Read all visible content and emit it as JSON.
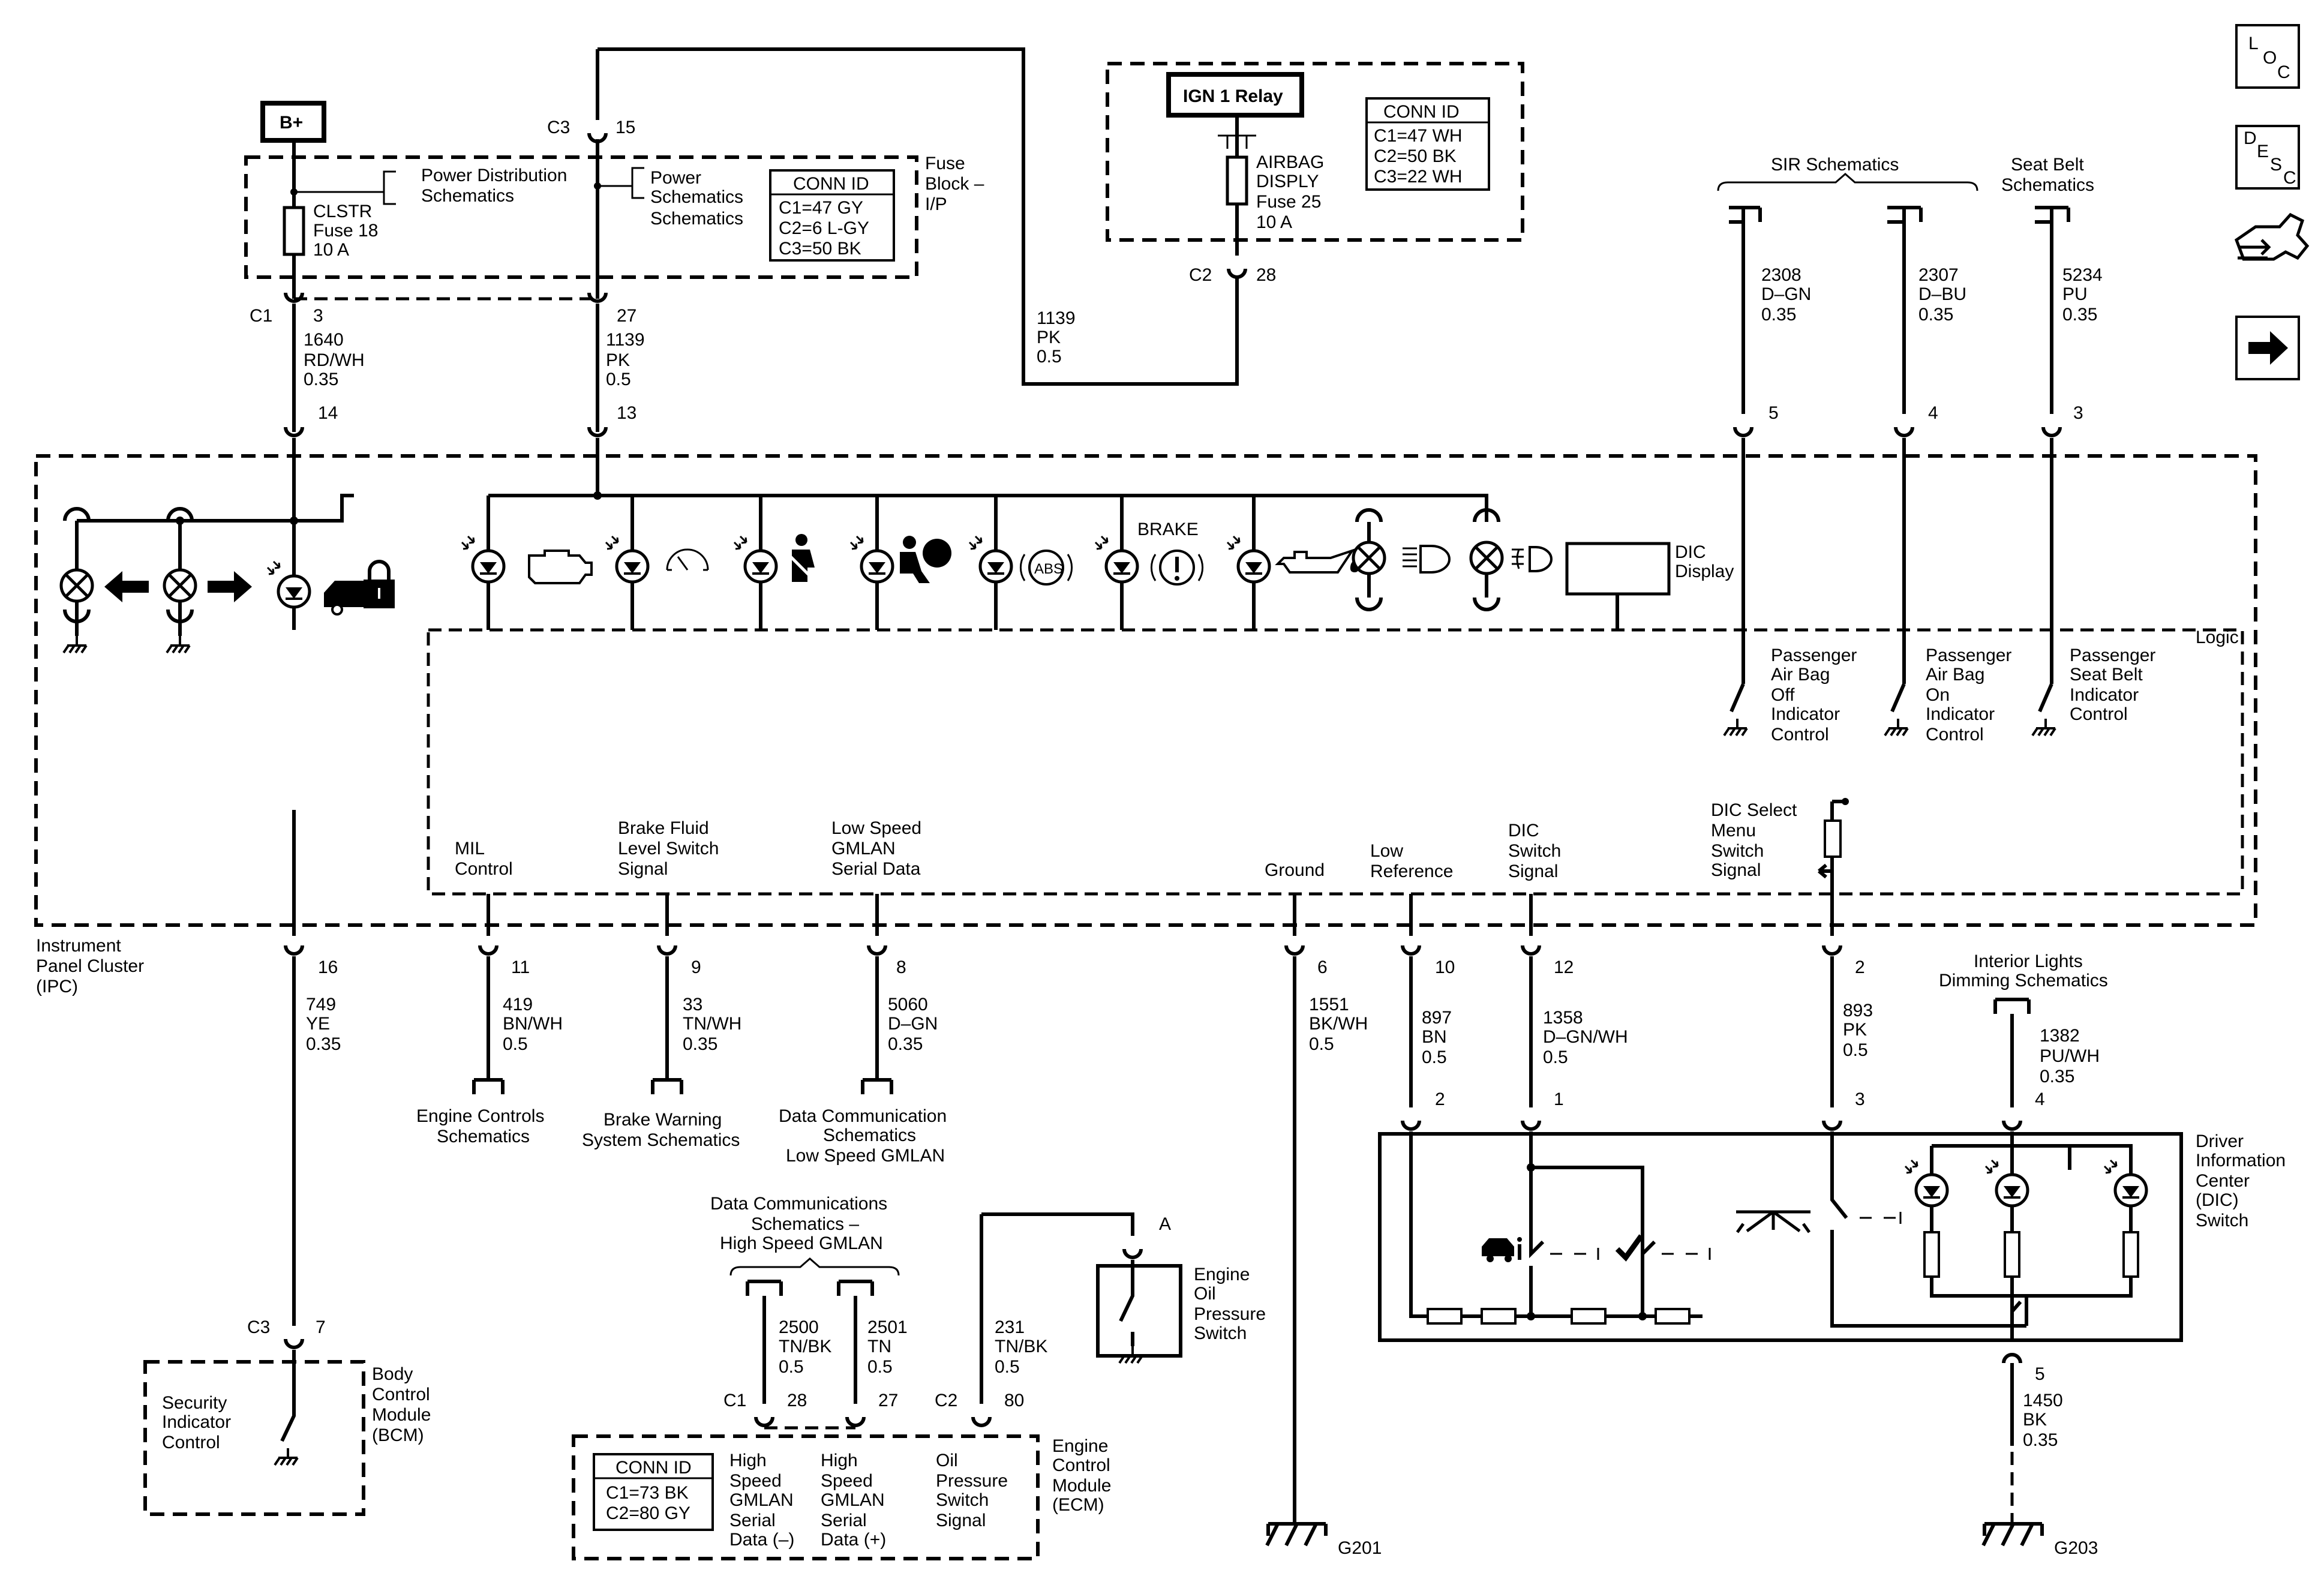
{
  "nav_icons": {
    "loc": [
      "L",
      "O",
      "C"
    ],
    "desc": [
      "D",
      "E",
      "S",
      "C"
    ]
  },
  "bplus": "B+",
  "ign_relay": "IGN 1 Relay",
  "fuse_block": {
    "label": [
      "Fuse",
      "Block –",
      "I/P"
    ],
    "conn_title": "CONN ID",
    "conn": [
      "C1=47 GY",
      "C2=6 L-GY",
      "C3=50 BK"
    ],
    "clstr_fuse": [
      "CLSTR",
      "Fuse 18",
      "10 A"
    ],
    "pds": [
      "Power Distribution",
      "Schematics"
    ],
    "ps": [
      "Power",
      "Schematics",
      "Schematics"
    ],
    "c3_conn": "C3",
    "c3_pin": "15",
    "c1_conn": "C1",
    "c1_pin": "3",
    "pin27": "27"
  },
  "airbag_box": {
    "fuse": [
      "AIRBAG",
      "DISPLY",
      "Fuse 25",
      "10 A"
    ],
    "conn_title": "CONN ID",
    "conn": [
      "C1=47 WH",
      "C2=50 BK",
      "C3=22 WH"
    ],
    "c2_conn": "C2",
    "c2_pin": "28"
  },
  "wire_labels": {
    "w1640": [
      "1640",
      "RD/WH",
      "0.35"
    ],
    "w1139a": [
      "1139",
      "PK",
      "0.5"
    ],
    "w1139b": [
      "1139",
      "PK",
      "0.5"
    ],
    "w2308": [
      "2308",
      "D–GN",
      "0.35"
    ],
    "w2307": [
      "2307",
      "D–BU",
      "0.35"
    ],
    "w5234": [
      "5234",
      "PU",
      "0.35"
    ],
    "w749": [
      "749",
      "YE",
      "0.35"
    ],
    "w419": [
      "419",
      "BN/WH",
      "0.5"
    ],
    "w33": [
      "33",
      "TN/WH",
      "0.35"
    ],
    "w5060": [
      "5060",
      "D–GN",
      "0.35"
    ],
    "w1551": [
      "1551",
      "BK/WH",
      "0.5"
    ],
    "w897": [
      "897",
      "BN",
      "0.5"
    ],
    "w1358": [
      "1358",
      "D–GN/WH",
      "0.5"
    ],
    "w893": [
      "893",
      "PK",
      "0.5"
    ],
    "w1382": [
      "1382",
      "PU/WH",
      "0.35"
    ],
    "w1450": [
      "1450",
      "BK",
      "0.35"
    ],
    "w2500": [
      "2500",
      "TN/BK",
      "0.5"
    ],
    "w2501": [
      "2501",
      "TN",
      "0.5"
    ],
    "w231": [
      "231",
      "TN/BK",
      "0.5"
    ]
  },
  "pins": {
    "p14": "14",
    "p13": "13",
    "p5": "5",
    "p4": "4",
    "p3": "3",
    "p16": "16",
    "p11": "11",
    "p9": "9",
    "p8": "8",
    "p6": "6",
    "p10": "10",
    "p12": "12",
    "p2": "2",
    "dic_p2": "2",
    "dic_p1": "1",
    "dic_p3": "3",
    "dic_p4": "4",
    "dic_p5": "5",
    "bcm_conn": "C3",
    "bcm_pin": "7",
    "ecm_c1": "C1",
    "ecm_p28": "28",
    "ecm_p27": "27",
    "ecm_c2": "C2",
    "ecm_p80": "80",
    "pa": "A"
  },
  "schematic_refs": {
    "sir": "SIR Schematics",
    "seatbelt": [
      "Seat Belt",
      "Schematics"
    ],
    "engine_controls": [
      "Engine Controls",
      "Schematics"
    ],
    "brake_warning": [
      "Brake Warning",
      "System Schematics"
    ],
    "data_comm_ls": [
      "Data Communication",
      "Schematics",
      "Low Speed GMLAN"
    ],
    "interior_lights": [
      "Interior Lights",
      "Dimming Schematics"
    ],
    "data_comm_hs": [
      "Data Communications",
      "Schematics –",
      "High Speed GMLAN"
    ]
  },
  "ipc": {
    "name": [
      "Instrument",
      "Panel Cluster",
      "(IPC)"
    ],
    "logic": "Logic",
    "brake": "BRAKE",
    "abs": "ABS",
    "dic_display": [
      "DIC",
      "Display"
    ],
    "pass_off": [
      "Passenger",
      "Air Bag",
      "Off",
      "Indicator",
      "Control"
    ],
    "pass_on": [
      "Passenger",
      "Air Bag",
      "On",
      "Indicator",
      "Control"
    ],
    "pass_belt": [
      "Passenger",
      "Seat Belt",
      "Indicator",
      "Control"
    ],
    "mil": [
      "MIL",
      "Control"
    ],
    "brake_fluid": [
      "Brake Fluid",
      "Level Switch",
      "Signal"
    ],
    "ls_gmlan": [
      "Low Speed",
      "GMLAN",
      "Serial Data"
    ],
    "ground": "Ground",
    "low_ref": [
      "Low",
      "Reference"
    ],
    "dic_switch": [
      "DIC",
      "Switch",
      "Signal"
    ],
    "dic_select": [
      "DIC Select",
      "Menu",
      "Switch",
      "Signal"
    ]
  },
  "bcm": {
    "name": [
      "Body",
      "Control",
      "Module",
      "(BCM)"
    ],
    "security": [
      "Security",
      "Indicator",
      "Control"
    ]
  },
  "ecm": {
    "name": [
      "Engine",
      "Control",
      "Module",
      "(ECM)"
    ],
    "conn_title": "CONN ID",
    "conn": [
      "C1=73 BK",
      "C2=80 GY"
    ],
    "hs_minus": [
      "High",
      "Speed",
      "GMLAN",
      "Serial",
      "Data (–)"
    ],
    "hs_plus": [
      "High",
      "Speed",
      "GMLAN",
      "Serial",
      "Data (+)"
    ],
    "oil_signal": [
      "Oil",
      "Pressure",
      "Switch",
      "Signal"
    ]
  },
  "oil_switch": [
    "Engine",
    "Oil",
    "Pressure",
    "Switch"
  ],
  "dic_module": [
    "Driver",
    "Information",
    "Center",
    "(DIC)",
    "Switch"
  ],
  "grounds": {
    "g201": "G201",
    "g203": "G203"
  }
}
